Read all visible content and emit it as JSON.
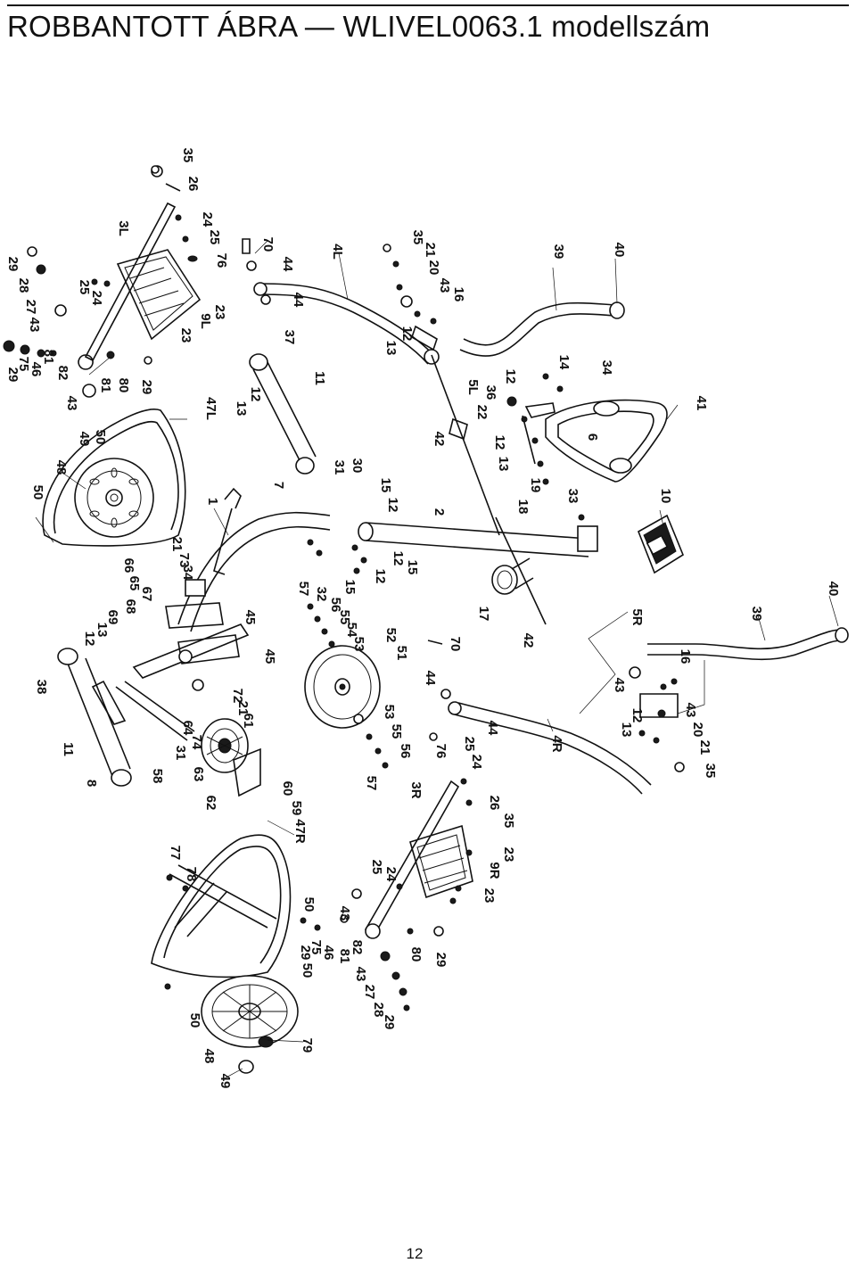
{
  "header": {
    "title": "ROBBANTOTT ÁBRA — WLIVEL0063.1 modellszám"
  },
  "page": {
    "number": "12"
  },
  "diagram": {
    "part_labels": [
      "35",
      "26",
      "3L",
      "24",
      "25",
      "76",
      "23",
      "9L",
      "23",
      "70",
      "44",
      "44",
      "4L",
      "35",
      "21",
      "20",
      "43",
      "16",
      "12",
      "13",
      "39",
      "40",
      "29",
      "28",
      "27",
      "43",
      "25",
      "24",
      "29",
      "75",
      "46",
      "81",
      "82",
      "43",
      "81",
      "80",
      "29",
      "37",
      "11",
      "12",
      "13",
      "47L",
      "5L",
      "12",
      "36",
      "22",
      "14",
      "34",
      "41",
      "12",
      "13",
      "6",
      "42",
      "49",
      "50",
      "48",
      "50",
      "1",
      "7",
      "31",
      "30",
      "15",
      "12",
      "2",
      "19",
      "18",
      "33",
      "10",
      "21",
      "73",
      "34",
      "66",
      "65",
      "67",
      "68",
      "69",
      "13",
      "12",
      "38",
      "11",
      "8",
      "45",
      "45",
      "57",
      "32",
      "56",
      "55",
      "54",
      "53",
      "15",
      "12",
      "15",
      "12",
      "52",
      "51",
      "70",
      "17",
      "42",
      "5R",
      "39",
      "40",
      "16",
      "43",
      "44",
      "72",
      "21",
      "61",
      "64",
      "74",
      "31",
      "58",
      "63",
      "62",
      "60",
      "59",
      "47R",
      "53",
      "55",
      "56",
      "57",
      "76",
      "25",
      "24",
      "44",
      "4R",
      "43",
      "12",
      "13",
      "20",
      "21",
      "35",
      "3R",
      "26",
      "35",
      "23",
      "9R",
      "23",
      "24",
      "25",
      "77",
      "78",
      "50",
      "43",
      "29",
      "46",
      "75",
      "82",
      "81",
      "80",
      "29",
      "43",
      "27",
      "28",
      "29",
      "50",
      "50",
      "48",
      "49",
      "79"
    ]
  }
}
